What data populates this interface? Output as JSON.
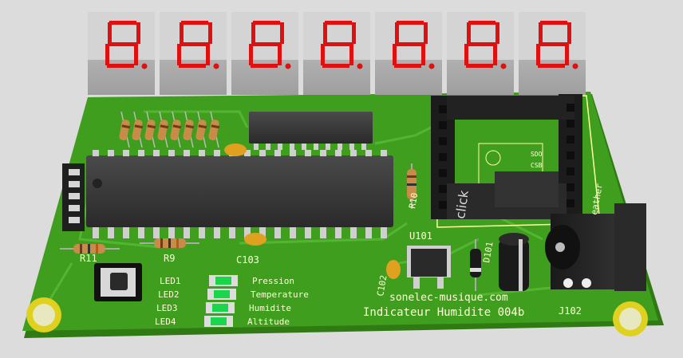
{
  "colors": {
    "background": "#dcdcdc",
    "pcb": "#3f9e1e",
    "pcb_edge": "#2f7a12",
    "silkscreen": "#ffffd8",
    "segment_on": "#e01010",
    "display_body": "#b8b8b8",
    "led": "#19d64a",
    "ic_body": "#3a3a3a"
  },
  "displays": {
    "count": 7,
    "digit_glyph": "8.",
    "segment_color": "red"
  },
  "leds": [
    {
      "ref": "LED1",
      "label": "Pression"
    },
    {
      "ref": "LED2",
      "label": "Temperature"
    },
    {
      "ref": "LED3",
      "label": "Humidite"
    },
    {
      "ref": "LED4",
      "label": "Altitude"
    }
  ],
  "refs": {
    "r11": "R11",
    "r9": "R9",
    "r10": "R10",
    "c103": "C103",
    "c102": "C102",
    "u101": "U101",
    "d101": "D101",
    "j102": "J102",
    "click": "click",
    "sdo": "SDO",
    "csb": "CSB",
    "sensor": "eather"
  },
  "credit": "sonelec-musique.com",
  "board_title": "Indicateur Humidite 004b"
}
